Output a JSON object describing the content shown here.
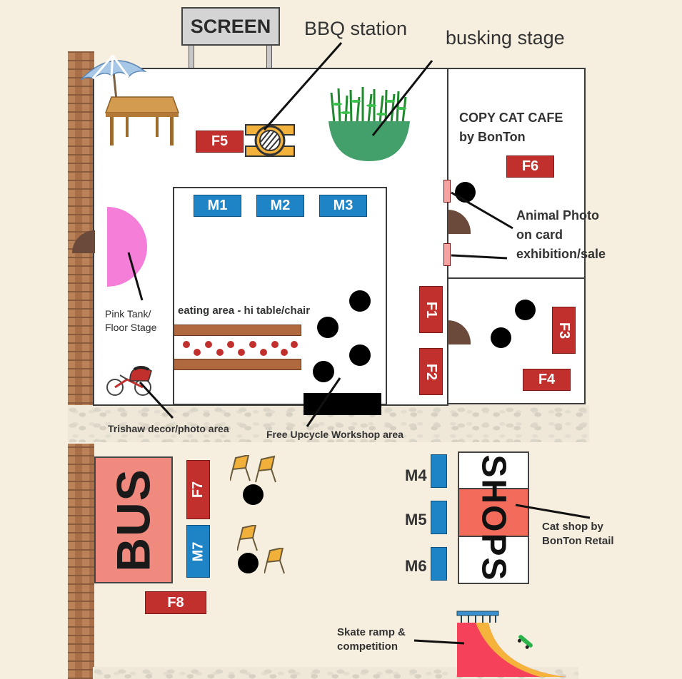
{
  "labels": {
    "screen": "SCREEN",
    "bbq_station": "BBQ station",
    "busking_stage": "busking stage",
    "copy_cat_cafe_line1": "COPY CAT CAFE",
    "copy_cat_cafe_line2": "by BonTon",
    "animal_photo_line1": "Animal Photo",
    "animal_photo_line2": "on card",
    "animal_photo_line3": "exhibition/sale",
    "pink_tank_line1": "Pink Tank/",
    "pink_tank_line2": "Floor Stage",
    "eating_area": "eating area - hi table/chair",
    "trishaw": "Trishaw decor/photo area",
    "upcycle": "Free Upcycle Workshop area",
    "bus": "BUS",
    "shops": "SHOPS",
    "cat_shop_line1": "Cat shop by",
    "cat_shop_line2": "BonTon Retail",
    "skate_line1": "Skate ramp &",
    "skate_line2": "competition"
  },
  "stalls": {
    "f1": "F1",
    "f2": "F2",
    "f3": "F3",
    "f4": "F4",
    "f5": "F5",
    "f6": "F6",
    "f7": "F7",
    "f8": "F8",
    "m1": "M1",
    "m2": "M2",
    "m3": "M3",
    "m4": "M4",
    "m5": "M5",
    "m6": "M6",
    "m7": "M7"
  },
  "colors": {
    "food_stall": "#c2302e",
    "merch_stall": "#1f84c6",
    "bus": "#f0897e",
    "cat_shop": "#f26b5b",
    "pink_tank": "#f57fd8",
    "planter": "#44a06a"
  },
  "icons": [
    "umbrella-icon",
    "table-icon",
    "grill-icon",
    "plant-icon",
    "trishaw-icon",
    "chair-icon",
    "skateboard-icon",
    "skate-ramp-icon"
  ]
}
